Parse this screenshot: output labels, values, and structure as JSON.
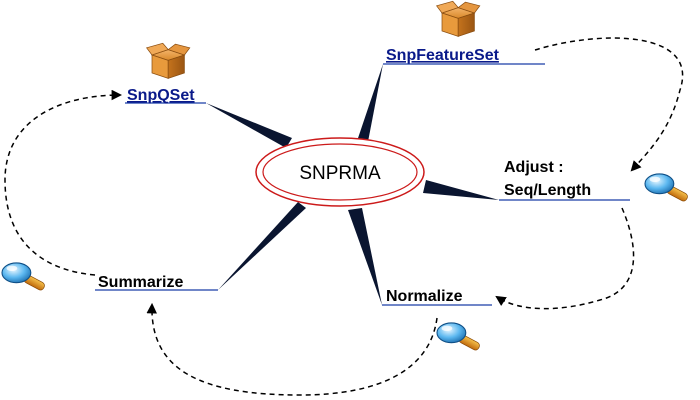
{
  "center": {
    "label": "SNPRMA"
  },
  "nodes": [
    {
      "id": "snpqset",
      "label": "SnpQSet",
      "kind": "link",
      "icon": "package-icon"
    },
    {
      "id": "snpfeatureset",
      "label": "SnpFeatureSet",
      "kind": "link",
      "icon": "package-icon"
    },
    {
      "id": "adjust",
      "label_line1": "Adjust :",
      "label_line2": "Seq/Length",
      "kind": "step",
      "icon": "magnifier-icon"
    },
    {
      "id": "normalize",
      "label": "Normalize",
      "kind": "step",
      "icon": "magnifier-icon"
    },
    {
      "id": "summarize",
      "label": "Summarize",
      "kind": "step",
      "icon": "magnifier-icon"
    }
  ],
  "flow": [
    [
      "SnpFeatureSet",
      "Adjust : Seq/Length"
    ],
    [
      "Adjust : Seq/Length",
      "Normalize"
    ],
    [
      "Normalize",
      "Summarize"
    ],
    [
      "Summarize",
      "SnpQSet"
    ]
  ],
  "colors": {
    "link_text": "#0a1a8a",
    "underline": "#1a3fa8",
    "spoke": "#0a1530",
    "ellipse": "#cc1a1a",
    "box": "#d9892a",
    "lens": "#4aa8e8",
    "handle": "#d98a1a"
  }
}
